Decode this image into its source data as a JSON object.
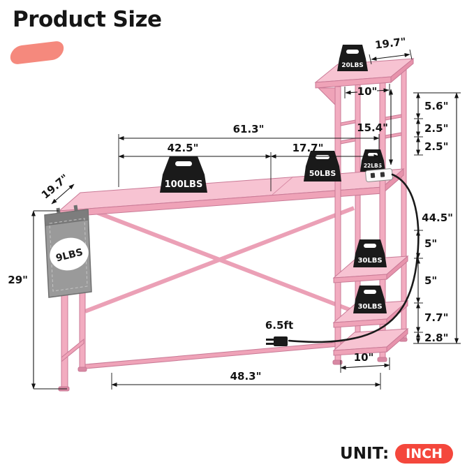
{
  "title": "Product Size",
  "unit": {
    "label": "UNIT:",
    "value": "INCH"
  },
  "colors": {
    "badge_red": "#F4473C",
    "accent_salmon": "#F5897D",
    "desk_pink": "#F2ACC0",
    "desk_pink_dark": "#C97A96",
    "weight_black": "#1A1A1A"
  },
  "diagram": {
    "weights": {
      "top_shelf": "20LBS",
      "outlet_shelf": "22LBS",
      "desk_main": "100LBS",
      "desk_right": "50LBS",
      "middle_shelf": "30LBS",
      "lower_shelf": "30LBS",
      "side_pocket": "9LBS"
    },
    "dimensions": {
      "top_shelf_depth": "19.7\"",
      "top_shelf_width": "10\"",
      "riser_top_gap": "5.6\"",
      "riser_hole_gap_1": "2.5\"",
      "riser_hole_gap_2": "2.5\"",
      "hutch_clearance": "15.4\"",
      "total_width": "61.3\"",
      "desk_section_width": "42.5\"",
      "shelf_section_width": "17.7\"",
      "desk_depth": "19.7\"",
      "desk_height": "29\"",
      "total_height": "44.5\"",
      "shelf_gap_1": "5\"",
      "shelf_gap_2": "5\"",
      "shelf_gap_3": "7.7\"",
      "floor_clearance": "2.8\"",
      "bottom_shelf_width": "10\"",
      "base_width": "48.3\"",
      "power_cord_length": "6.5ft"
    }
  }
}
